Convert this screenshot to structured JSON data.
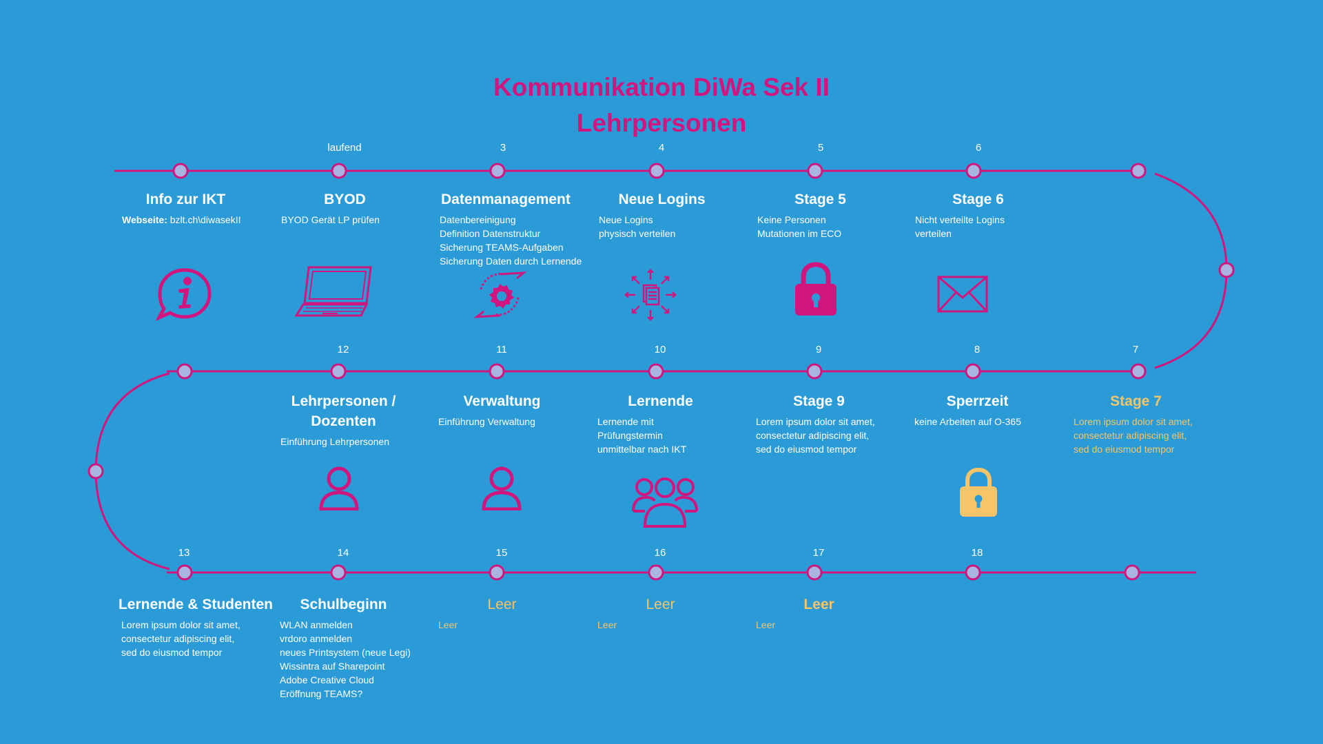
{
  "title": {
    "line1": "Kommunikation DiWa Sek II",
    "line2": "Lehrpersonen"
  },
  "colors": {
    "background": "#2b9bd8",
    "accent": "#d0167e",
    "node_fill": "#a9b4e0",
    "highlight": "#f6c56a",
    "text": "#ffffff"
  },
  "row1": {
    "nums": [
      "laufend",
      "3",
      "4",
      "5",
      "6"
    ],
    "stages": [
      {
        "title": "Info zur IKT",
        "desc_label": "Webseite:",
        "desc": " bzlt.ch\\diwasekII",
        "icon": "info-bubble-icon"
      },
      {
        "title": "BYOD",
        "desc": "BYOD Gerät LP prüfen",
        "icon": "laptop-icon"
      },
      {
        "title": "Datenmanagement",
        "desc": "Datenbereinigung\nDefinition Datenstruktur\nSicherung TEAMS-Aufgaben\nSicherung Daten durch Lernende",
        "icon": "gear-cycle-icon"
      },
      {
        "title": "Neue Logins",
        "desc": "Neue Logins\nphysisch verteilen",
        "icon": "document-distribution-icon"
      },
      {
        "title": "Stage 5",
        "desc": "Keine Personen\nMutationen im ECO",
        "icon": "padlock-icon"
      },
      {
        "title": "Stage 6",
        "desc": "Nicht verteilte Logins\nverteilen",
        "icon": "envelope-icon"
      }
    ]
  },
  "row2": {
    "nums": [
      "12",
      "11",
      "10",
      "9",
      "8",
      "7"
    ],
    "stages": [
      {
        "title": "Lehrpersonen /\nDozenten",
        "desc": "Einführung  Lehrpersonen",
        "icon": "person-icon"
      },
      {
        "title": "Verwaltung",
        "desc": "Einführung Verwaltung",
        "icon": "person-icon"
      },
      {
        "title": "Lernende",
        "desc": "Lernende mit\nPrüfungstermin\nunmittelbar nach IKT",
        "icon": "group-icon"
      },
      {
        "title": "Stage 9",
        "desc": "Lorem ipsum dolor sit amet,\nconsectetur adipiscing elit,\nsed do eiusmod tempor"
      },
      {
        "title": "Sperrzeit",
        "desc": "keine Arbeiten auf O-365",
        "icon": "padlock-yellow-icon"
      },
      {
        "title": "Stage 7",
        "desc": "Lorem ipsum dolor sit amet,\nconsectetur adipiscing elit,\nsed do eiusmod tempor"
      }
    ]
  },
  "row3": {
    "nums": [
      "13",
      "14",
      "15",
      "16",
      "17",
      "18"
    ],
    "stages": [
      {
        "title": "Lernende & Studenten",
        "desc": "Lorem ipsum dolor sit amet,\nconsectetur adipiscing elit,\nsed do eiusmod tempor"
      },
      {
        "title": "Schulbeginn",
        "desc": "WLAN anmelden\nvrdoro anmelden\nneues Printsystem (neue Legi)\nWissintra auf Sharepoint\nAdobe Creative Cloud",
        "extra": "Eröffnung TEAMS?"
      },
      {
        "title": "Leer",
        "desc": "Leer"
      },
      {
        "title": "Leer",
        "desc": "Leer"
      },
      {
        "title": "Leer",
        "desc": "Leer"
      }
    ]
  }
}
